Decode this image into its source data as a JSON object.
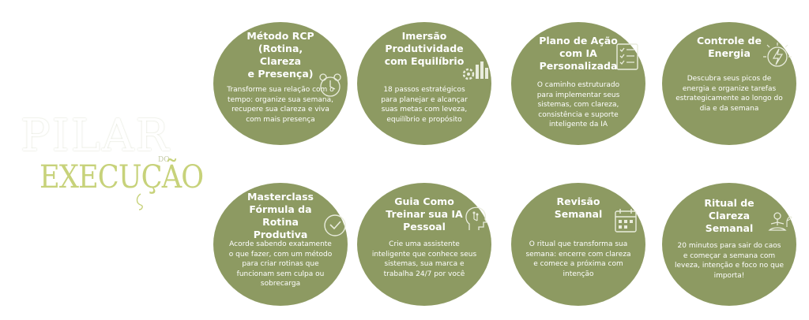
{
  "logo": {
    "word_top": "PILAR",
    "word_small": "DO",
    "word_bottom": "EXECUÇÃO"
  },
  "colors": {
    "circle": "#8d9a62",
    "logo_green": "#c7d27a",
    "text": "#ffffff"
  },
  "cards": [
    {
      "title": "Método RCP\n(Rotina, Clareza\ne Presença)",
      "description": "Transforme sua relação com o\ntempo: organize sua semana,\nrecupere sua clareza e viva\ncom mais presença",
      "icon": "alarm-clock-icon"
    },
    {
      "title": "Imersão\nProdutividade\ncom Equilíbrio",
      "description": "18 passos estratégicos\npara planejar e alcançar\nsuas metas com leveza,\nequilíbrio e propósito",
      "icon": "gear-chart-icon"
    },
    {
      "title": "Plano de Ação\ncom IA\nPersonalizada",
      "description": "O caminho estruturado\npara implementar seus\nsistemas, com clareza,\nconsistência e suporte\ninteligente da IA",
      "icon": "checklist-icon"
    },
    {
      "title": "Controle de\nEnergia",
      "description": "Descubra seus picos de\nenergia e organize tarefas\nestrategicamente ao longo do\ndia e da semana",
      "icon": "energy-bolt-icon"
    },
    {
      "title": "Masterclass\nFórmula da\nRotina Produtiva",
      "description": "Acorde sabendo exatamente\no que fazer, com um método\npara criar rotinas que\nfuncionam sem culpa ou\nsobrecarga",
      "icon": "check-circle-icon"
    },
    {
      "title": "Guia Como\nTreinar sua IA\nPessoal",
      "description": "Crie uma assistente\ninteligente que conhece seus\nsistemas, sua marca e\ntrabalha 24/7 por você",
      "icon": "ai-head-icon"
    },
    {
      "title": "Revisão\nSemanal",
      "description": "O ritual que transforma sua\nsemana: encerre com clareza\ne comece a próxima com\nintenção",
      "icon": "calendar-icon"
    },
    {
      "title": "Ritual de Clareza\nSemanal",
      "description": "20 minutos para sair do caos\ne começar a semana com\nleveza, intenção e foco no que\nimporta!",
      "icon": "meditation-plant-icon"
    }
  ]
}
